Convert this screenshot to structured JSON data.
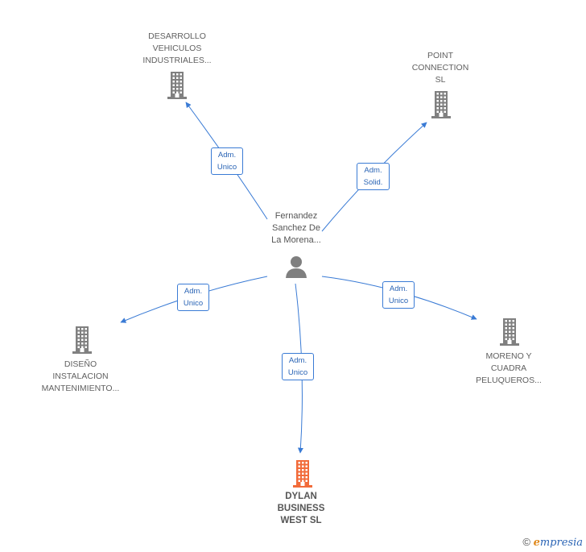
{
  "colors": {
    "edge": "#3a7bd5",
    "company_icon": "#808080",
    "focus_icon": "#f26b3a",
    "person_icon": "#7f7f7f"
  },
  "center": {
    "lines": [
      "Fernandez",
      "Sanchez De",
      "La Morena..."
    ],
    "icon": "person-icon"
  },
  "nodes": [
    {
      "id": "desarrollo",
      "lines": [
        "DESARROLLO",
        "VEHICULOS",
        "INDUSTRIALES..."
      ],
      "icon": "building-icon",
      "role": "Adm. Unico"
    },
    {
      "id": "point",
      "lines": [
        "POINT",
        "CONNECTION",
        "SL"
      ],
      "icon": "building-icon",
      "role": "Adm. Solid."
    },
    {
      "id": "diseno",
      "lines": [
        "DISEÑO",
        "INSTALACION",
        "MANTENIMIENTO..."
      ],
      "icon": "building-icon",
      "role": "Adm. Unico"
    },
    {
      "id": "moreno",
      "lines": [
        "MORENO Y",
        "CUADRA",
        "PELUQUEROS..."
      ],
      "icon": "building-icon",
      "role": "Adm. Unico"
    },
    {
      "id": "dylan",
      "lines": [
        "DYLAN",
        "BUSINESS",
        "WEST SL"
      ],
      "icon": "building-icon",
      "role": "Adm. Unico",
      "focus": true
    }
  ],
  "edge_labels": [
    {
      "lines": [
        "Adm.",
        "Unico"
      ]
    },
    {
      "lines": [
        "Adm.",
        "Solid."
      ]
    },
    {
      "lines": [
        "Adm.",
        "Unico"
      ]
    },
    {
      "lines": [
        "Adm.",
        "Unico"
      ]
    },
    {
      "lines": [
        "Adm.",
        "Unico"
      ]
    }
  ],
  "footer": {
    "copyright_symbol": "©",
    "brand_initial": "e",
    "brand_rest": "mpresia"
  }
}
